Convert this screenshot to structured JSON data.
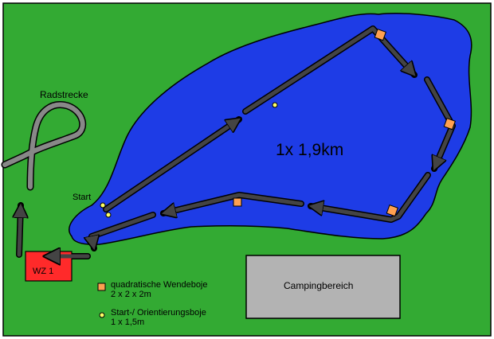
{
  "title": "",
  "labels": {
    "lake_distance": "1x 1,9km",
    "start": "Start",
    "bike_course": "Radstrecke",
    "transition_zone": "WZ 1",
    "camping_area": "Campingbereich"
  },
  "legend": {
    "square_buoy": "quadratische Wendeboje\n2 x 2 x 2m",
    "round_buoy": "Start-/ Orientierungsboje\n1 x 1,5m"
  },
  "colors": {
    "grass": "#33aa33",
    "lake": "#1e3ce6",
    "route": "#444444",
    "square_buoy": "#ffa050",
    "round_buoy": "#ffff66",
    "transition_zone": "#ff2a2a",
    "camping_area": "#b3b3b3"
  },
  "icons": {
    "square_buoy": "orange-square-icon",
    "round_buoy": "yellow-circle-icon"
  }
}
